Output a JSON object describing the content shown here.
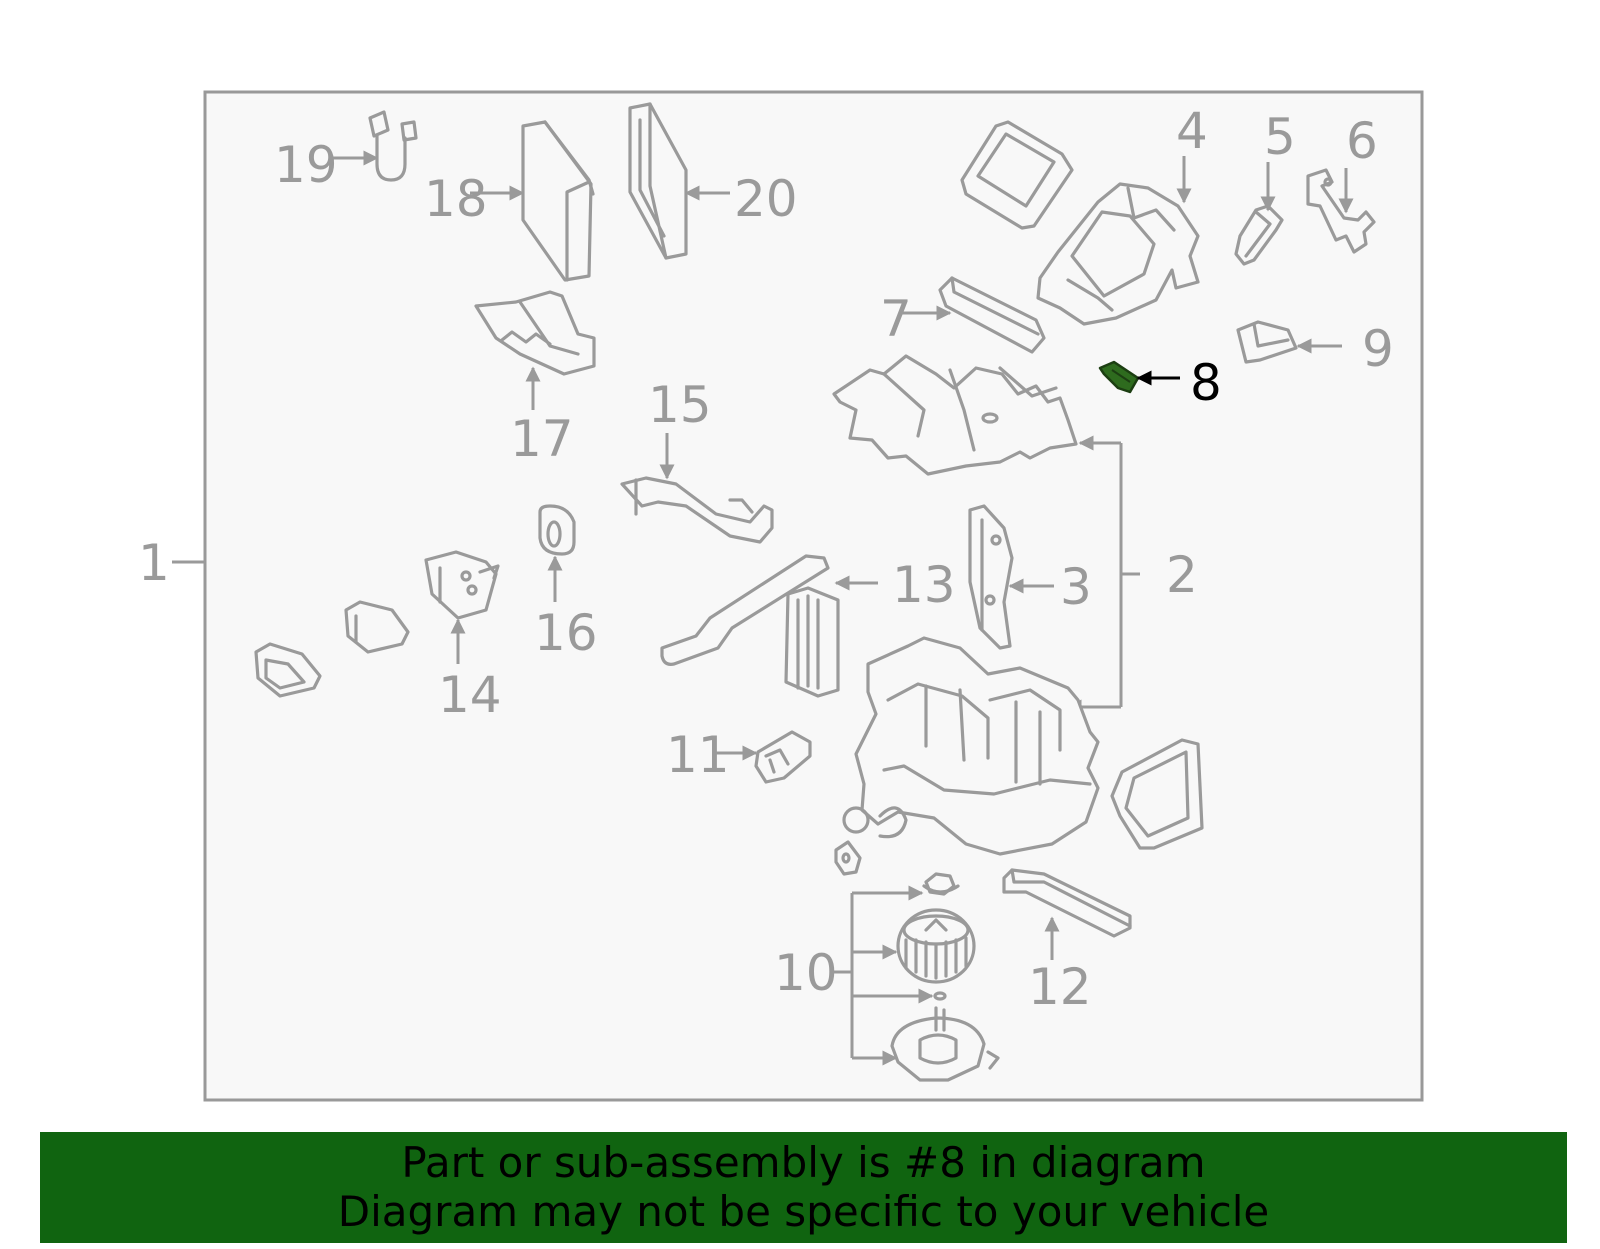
{
  "diagram": {
    "callouts": [
      "1",
      "2",
      "3",
      "4",
      "5",
      "6",
      "7",
      "8",
      "9",
      "10",
      "11",
      "12",
      "13",
      "14",
      "15",
      "16",
      "17",
      "18",
      "19",
      "20"
    ],
    "highlighted_callout": "8",
    "colors": {
      "line": "#9a9a9a",
      "highlight": "#2e6b1e",
      "frame_fill": "#f8f8f8",
      "banner_bg": "#106410"
    }
  },
  "banner": {
    "line1": "Part or sub-assembly is #8 in diagram",
    "line2": "Diagram may not be specific to your vehicle"
  }
}
